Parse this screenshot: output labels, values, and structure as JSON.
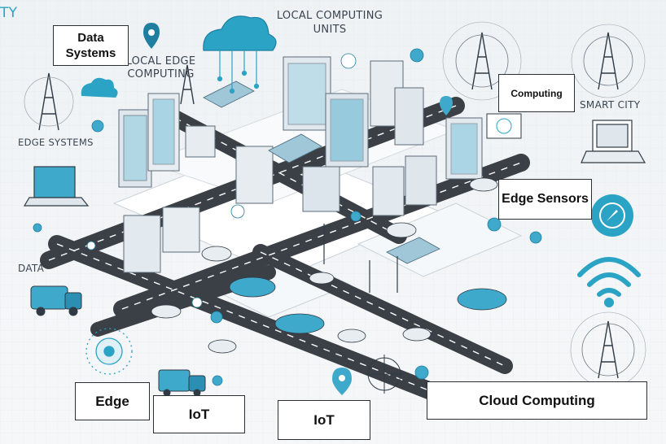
{
  "corner_fragment": "TY",
  "scene_labels": {
    "local_computing_units": "LOCAL COMPUTING UNITS",
    "local_edge_computing": "LOCAL EDGE COMPUTING",
    "edge_systems": "EDGE SYSTEMS",
    "data": "DATA",
    "smart_city": "SMART CITY"
  },
  "callouts": {
    "data_systems": "Data Systems",
    "computing": "Computing",
    "edge_sensors": "Edge Sensors",
    "edge": "Edge",
    "iot_left": "IoT",
    "iot_right": "IoT",
    "cloud_computing": "Cloud Computing"
  },
  "colors": {
    "accent": "#2aa3c4",
    "accent_dark": "#1f7fa0",
    "road": "#3b4046",
    "building": "#dfe6ec",
    "line": "#2f3a44"
  },
  "icons": [
    "cloud-icon",
    "cell-tower-icon",
    "wifi-icon",
    "car-icon",
    "truck-icon",
    "laptop-icon",
    "location-pin-icon",
    "compass-icon",
    "network-node-icon"
  ]
}
